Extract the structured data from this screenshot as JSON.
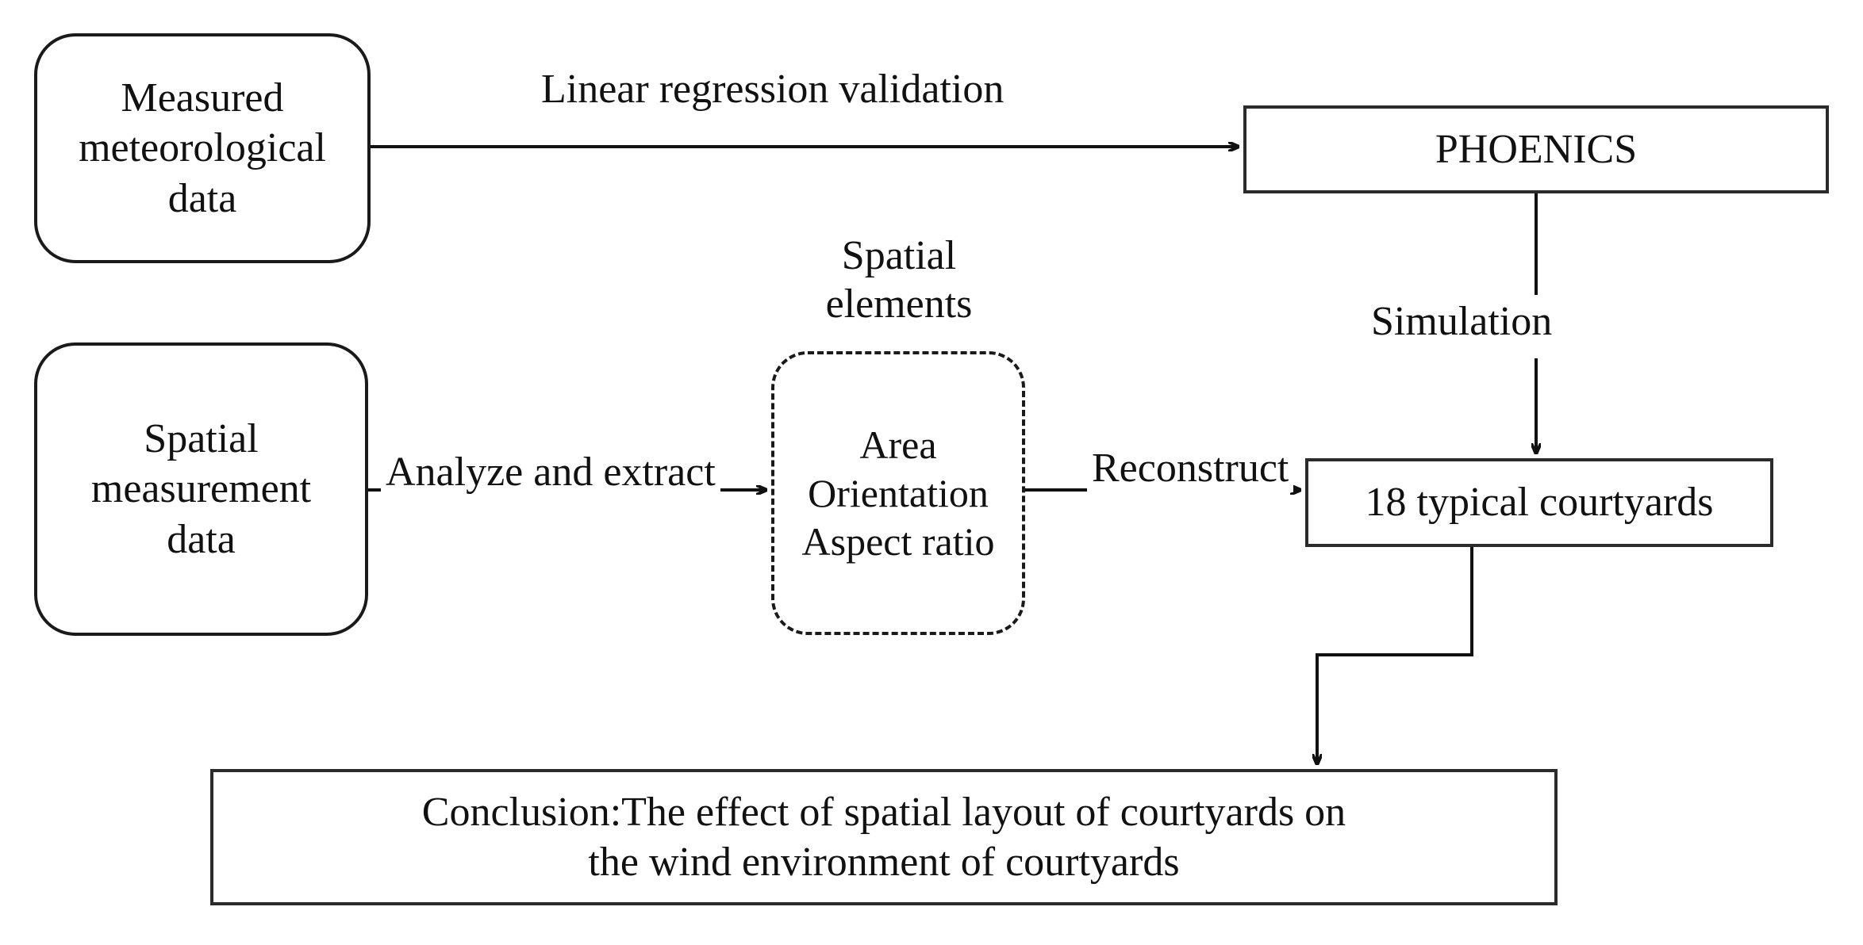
{
  "figure": {
    "type": "flowchart",
    "title": "Research methodology flowchart for courtyard wind environment study",
    "background_color": "#ffffff",
    "line_color": "#111111",
    "text_color": "#111111"
  },
  "nodes": {
    "measured_meteorological_data": {
      "label": "Measured\nmeteorological\ndata",
      "shape": "rounded-rectangle",
      "border_style": "solid"
    },
    "spatial_measurement_data": {
      "label": "Spatial\nmeasurement\ndata",
      "shape": "rounded-rectangle",
      "border_style": "solid"
    },
    "phoenics": {
      "label": "PHOENICS",
      "shape": "rectangle",
      "border_style": "solid"
    },
    "spatial_elements_box": {
      "label": "Area\nOrientation\nAspect ratio",
      "shape": "rounded-rectangle",
      "border_style": "dashed"
    },
    "typical_courtyards": {
      "label": "18 typical courtyards",
      "shape": "rectangle",
      "border_style": "solid"
    },
    "conclusion": {
      "label": "Conclusion:The effect of spatial layout of courtyards on\nthe wind environment of courtyards",
      "shape": "rectangle",
      "border_style": "solid"
    }
  },
  "edge_labels": {
    "linear_regression_validation": "Linear regression validation",
    "analyze_and_extract": "Analyze and extract",
    "reconstruct": "Reconstruct",
    "simulation": "Simulation",
    "spatial_elements_caption": "Spatial\nelements"
  },
  "edges": [
    {
      "from": "measured_meteorological_data",
      "to": "phoenics",
      "label": "Linear regression validation",
      "direction": "right"
    },
    {
      "from": "phoenics",
      "to": "typical_courtyards",
      "label": "Simulation",
      "direction": "down"
    },
    {
      "from": "spatial_measurement_data",
      "to": "spatial_elements_box",
      "label": "Analyze and extract",
      "direction": "right"
    },
    {
      "from": "spatial_elements_box",
      "to": "typical_courtyards",
      "label": "Reconstruct",
      "direction": "right"
    },
    {
      "from": "typical_courtyards",
      "to": "conclusion",
      "label": "",
      "direction": "down-left-elbow"
    }
  ]
}
